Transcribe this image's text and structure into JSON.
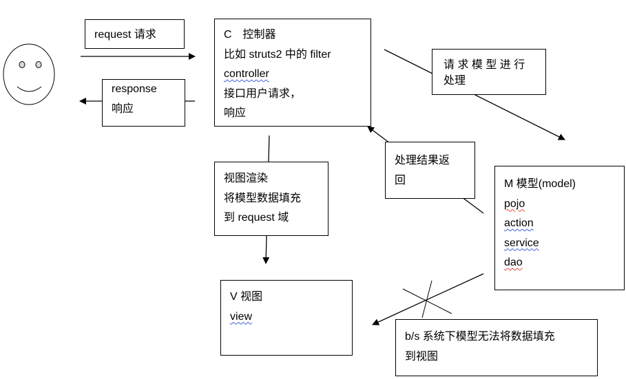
{
  "request_label": "request 请求",
  "response_label": {
    "line1": "response",
    "line2": "响应"
  },
  "controller": {
    "title": "C　控制器",
    "line2": "比如 struts2 中的 filter",
    "line3": "controller",
    "line4": "接口用户请求，",
    "line5": "响应"
  },
  "request_model_label": {
    "line1": "请 求 模 型 进 行",
    "line2": "处理"
  },
  "result_return_label": {
    "line1": "处理结果返",
    "line2": "回"
  },
  "view_render_label": {
    "line1": "视图渲染",
    "line2": "将模型数据填充",
    "line3": "到 request 域"
  },
  "model": {
    "title": "M  模型(model)",
    "items": [
      "pojo",
      "action",
      "service",
      "dao"
    ]
  },
  "view": {
    "title": "V  视图",
    "line2": "view"
  },
  "bs_note": {
    "line1": "b/s 系统下模型无法将数据填充",
    "line2": "到视图"
  },
  "colors": {
    "stroke": "#000000",
    "background": "#ffffff",
    "spellcheck_underline": "#e8443c",
    "grammar_underline": "#4060d8"
  }
}
